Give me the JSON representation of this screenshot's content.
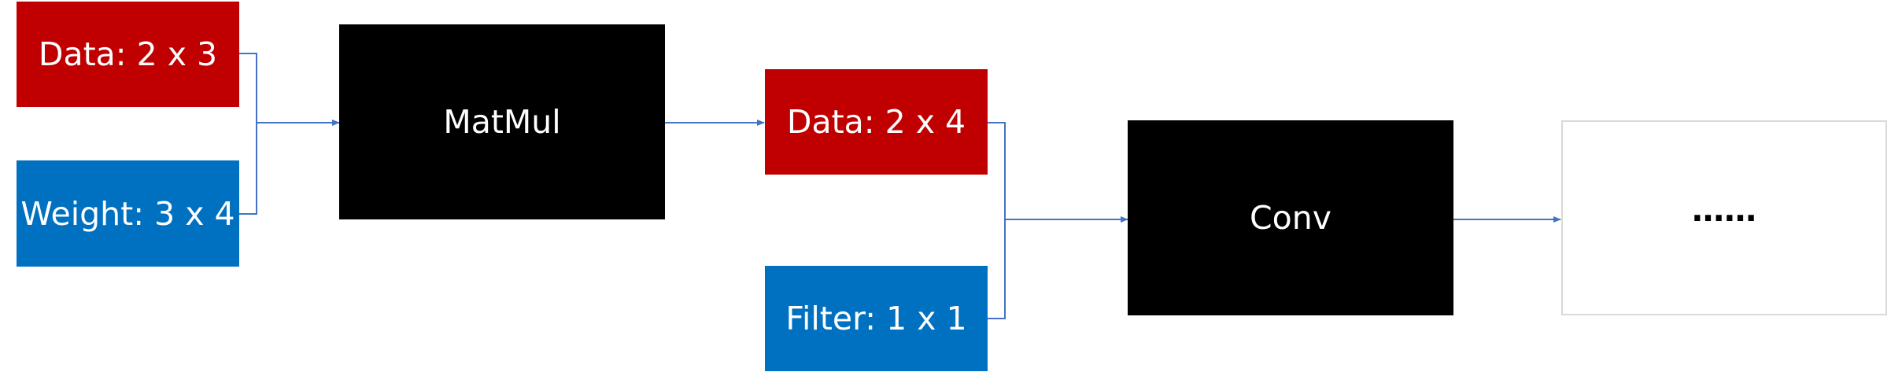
{
  "diagram": {
    "colors": {
      "data": "#C00000",
      "weight": "#0070C0",
      "op": "#000000",
      "connector": "#4472C4",
      "placeholder_border": "#d9d9d9"
    },
    "nodes": {
      "data_input_1": {
        "label": "Data: 2 x 3"
      },
      "weight_input": {
        "label": "Weight: 3 x 4"
      },
      "matmul_op": {
        "label": "MatMul"
      },
      "data_intermediate": {
        "label": "Data: 2 x 4"
      },
      "filter_input": {
        "label": "Filter: 1 x 1"
      },
      "conv_op": {
        "label": "Conv"
      },
      "continuation": {
        "label": "……"
      }
    },
    "edges": [
      {
        "from": "data_input_1",
        "to": "matmul_op"
      },
      {
        "from": "weight_input",
        "to": "matmul_op"
      },
      {
        "from": "matmul_op",
        "to": "data_intermediate"
      },
      {
        "from": "data_intermediate",
        "to": "conv_op"
      },
      {
        "from": "filter_input",
        "to": "conv_op"
      },
      {
        "from": "conv_op",
        "to": "continuation"
      }
    ]
  }
}
